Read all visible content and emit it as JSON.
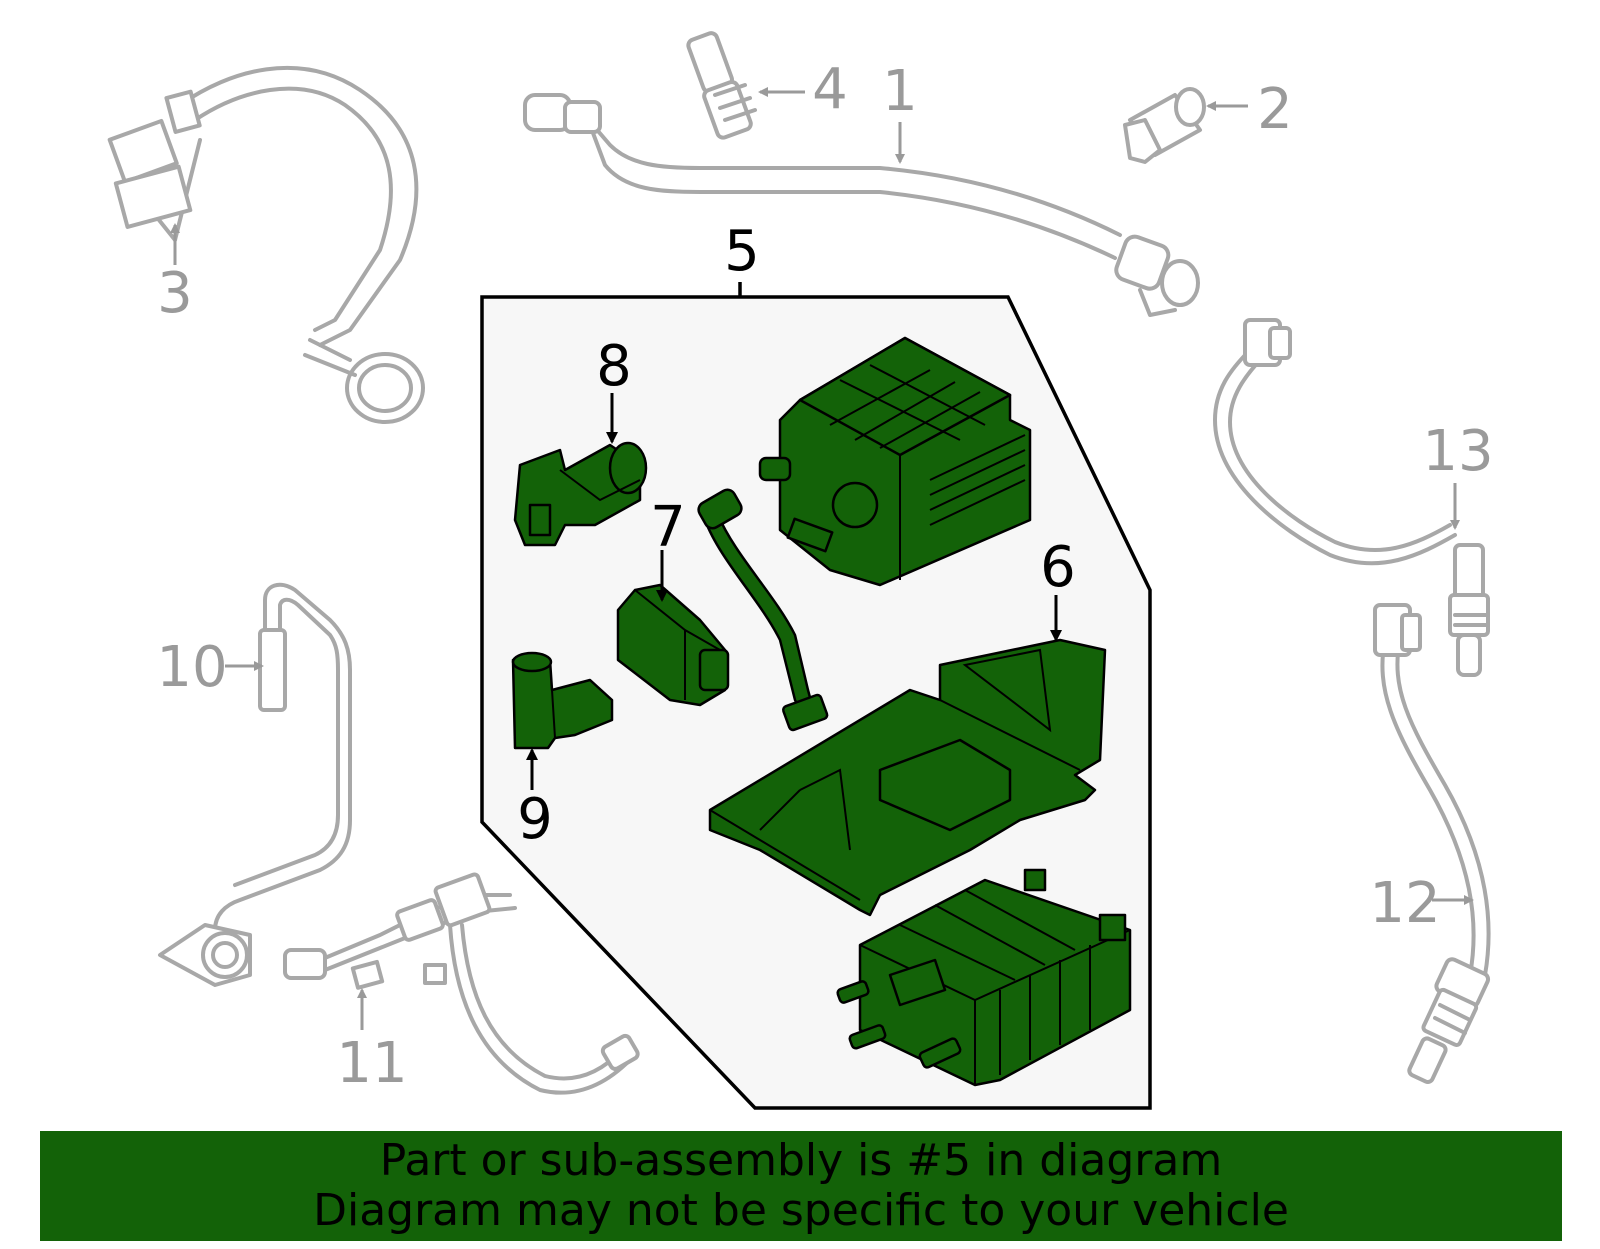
{
  "callouts": {
    "c1": "1",
    "c2": "2",
    "c3": "3",
    "c4": "4",
    "c5": "5",
    "c6": "6",
    "c7": "7",
    "c8": "8",
    "c9": "9",
    "c10": "10",
    "c11": "11",
    "c12": "12",
    "c13": "13"
  },
  "colors": {
    "highlight": "#136208",
    "ghost": "#a8a8a8",
    "assembly_bg": "#f7f7f7"
  },
  "banner": {
    "line1": "Part or sub-assembly is #5 in diagram",
    "line2": "Diagram may not be specific to your vehicle"
  }
}
